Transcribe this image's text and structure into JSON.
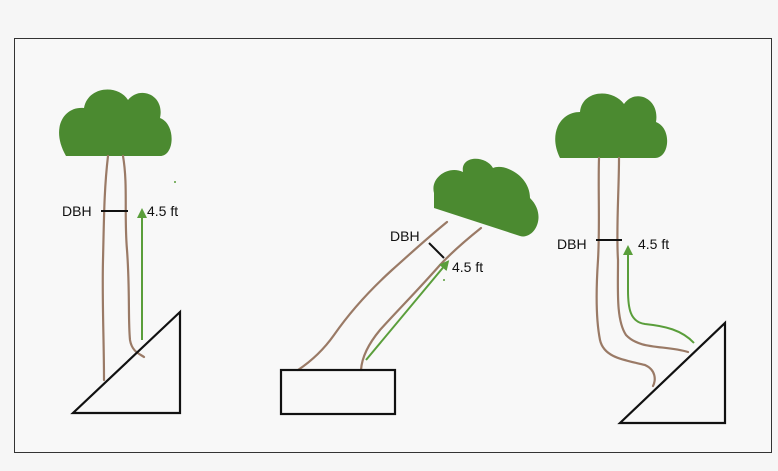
{
  "diagram": {
    "labels": {
      "dbh": "DBH",
      "height": "4.5 ft"
    },
    "colors": {
      "canopy": "#4b8a30",
      "trunk": "#9a7a66",
      "arrow": "#5a9e3b",
      "outline": "#111111",
      "frame_border": "#333333",
      "background": "#f6f6f6"
    },
    "trees": [
      {
        "id": "straight-tree-on-slope",
        "dbh_label": "DBH",
        "height_label": "4.5 ft"
      },
      {
        "id": "leaning-tree-on-flat",
        "dbh_label": "DBH",
        "height_label": "4.5 ft"
      },
      {
        "id": "curved-tree-on-slope",
        "dbh_label": "DBH",
        "height_label": "4.5 ft"
      }
    ]
  }
}
